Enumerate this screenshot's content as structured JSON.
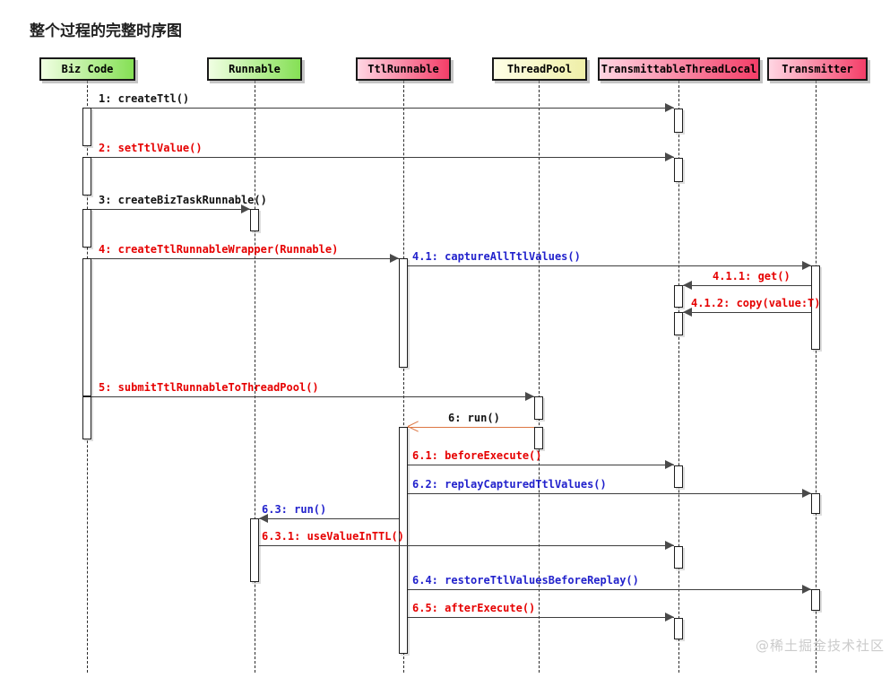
{
  "page": {
    "title": "整个过程的完整时序图",
    "watermark": "@稀土掘金技术社区"
  },
  "colors": {
    "participant_green": "#85e055",
    "participant_red": "#f43e68",
    "participant_yellow": "#efefa8",
    "message_black": "#111111",
    "message_red": "#e60000",
    "message_blue": "#2222cc",
    "async_arrow_orange": "#dd7744"
  },
  "diagram": {
    "type": "uml-sequence",
    "participants": [
      {
        "name": "Biz Code",
        "theme": "green"
      },
      {
        "name": "Runnable",
        "theme": "green"
      },
      {
        "name": "TtlRunnable",
        "theme": "red"
      },
      {
        "name": "ThreadPool",
        "theme": "yellow"
      },
      {
        "name": "TransmittableThreadLocal",
        "theme": "red"
      },
      {
        "name": "Transmitter",
        "theme": "red"
      }
    ],
    "messages": [
      {
        "label": "1: createTtl()",
        "from": "Biz Code",
        "to": "TransmittableThreadLocal",
        "color": "#111111",
        "arrow": "solid-filled"
      },
      {
        "label": "2: setTtlValue()",
        "from": "Biz Code",
        "to": "TransmittableThreadLocal",
        "color": "#e60000",
        "arrow": "solid-filled"
      },
      {
        "label": "3: createBizTaskRunnable()",
        "from": "Biz Code",
        "to": "Runnable",
        "color": "#111111",
        "arrow": "solid-filled"
      },
      {
        "label": "4: createTtlRunnableWrapper(Runnable)",
        "from": "Biz Code",
        "to": "TtlRunnable",
        "color": "#e60000",
        "arrow": "solid-filled"
      },
      {
        "label": "4.1: captureAllTtlValues()",
        "from": "TtlRunnable",
        "to": "Transmitter",
        "color": "#2222cc",
        "arrow": "solid-filled"
      },
      {
        "label": "4.1.1: get()",
        "from": "Transmitter",
        "to": "TransmittableThreadLocal",
        "color": "#e60000",
        "arrow": "solid-filled"
      },
      {
        "label": "4.1.2: copy(value:T)",
        "from": "Transmitter",
        "to": "TransmittableThreadLocal",
        "color": "#e60000",
        "arrow": "solid-filled"
      },
      {
        "label": "5: submitTtlRunnableToThreadPool()",
        "from": "Biz Code",
        "to": "ThreadPool",
        "color": "#e60000",
        "arrow": "solid-filled"
      },
      {
        "label": "6: run()",
        "from": "ThreadPool",
        "to": "TtlRunnable",
        "color": "#111111",
        "arrow": "orange-open"
      },
      {
        "label": "6.1: beforeExecute()",
        "from": "TtlRunnable",
        "to": "TransmittableThreadLocal",
        "color": "#e60000",
        "arrow": "solid-filled"
      },
      {
        "label": "6.2: replayCapturedTtlValues()",
        "from": "TtlRunnable",
        "to": "Transmitter",
        "color": "#2222cc",
        "arrow": "solid-filled"
      },
      {
        "label": "6.3: run()",
        "from": "TtlRunnable",
        "to": "Runnable",
        "color": "#2222cc",
        "arrow": "solid-filled"
      },
      {
        "label": "6.3.1: useValueInTTL()",
        "from": "Runnable",
        "to": "TransmittableThreadLocal",
        "color": "#e60000",
        "arrow": "solid-filled"
      },
      {
        "label": "6.4: restoreTtlValuesBeforeReplay()",
        "from": "TtlRunnable",
        "to": "Transmitter",
        "color": "#2222cc",
        "arrow": "solid-filled"
      },
      {
        "label": "6.5: afterExecute()",
        "from": "TtlRunnable",
        "to": "TransmittableThreadLocal",
        "color": "#e60000",
        "arrow": "solid-filled"
      }
    ]
  }
}
